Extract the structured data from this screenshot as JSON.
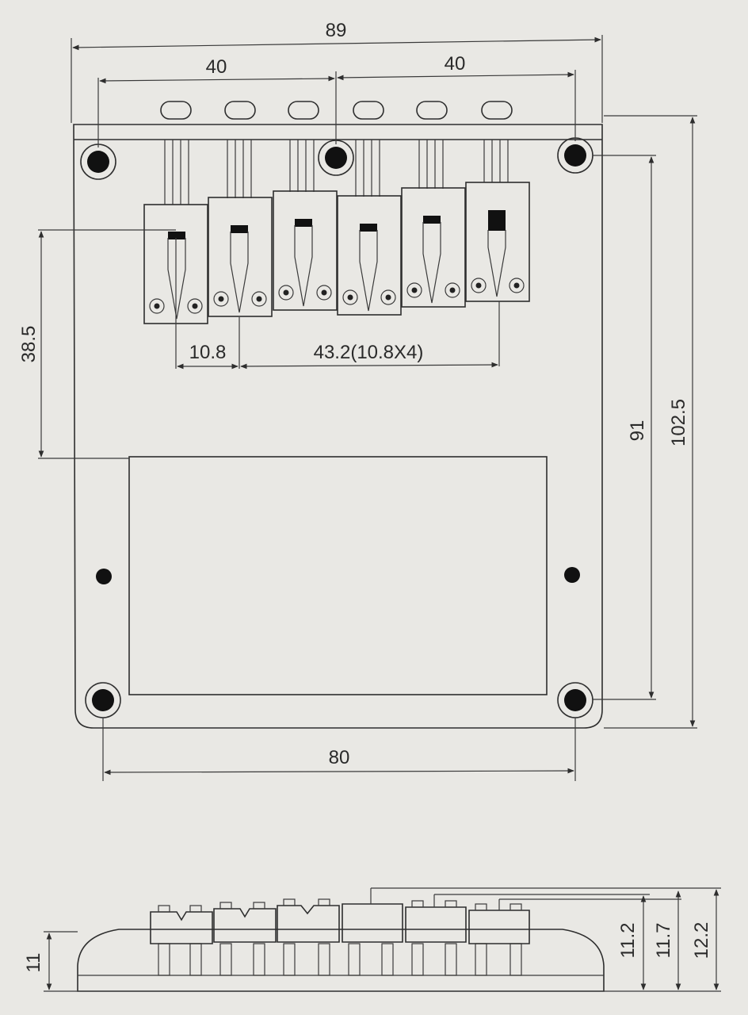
{
  "drawing": {
    "labels": {
      "overall_width": "89",
      "left_hole_span": "40",
      "right_hole_span": "40",
      "bottom_hole_span": "80",
      "post_height": "38.5",
      "saddle_pitch": "10.8",
      "saddle_span": "43.2(10.8X4)",
      "hole_to_hole_length": "91",
      "overall_length": "102.5",
      "base_height": "11",
      "height_1": "11.2",
      "height_2": "11.7",
      "height_3": "12.2"
    },
    "saddle_count": 6,
    "colors": {
      "ink": "#2e2e2e",
      "paper": "#e9e8e4",
      "hole": "#111111"
    }
  }
}
